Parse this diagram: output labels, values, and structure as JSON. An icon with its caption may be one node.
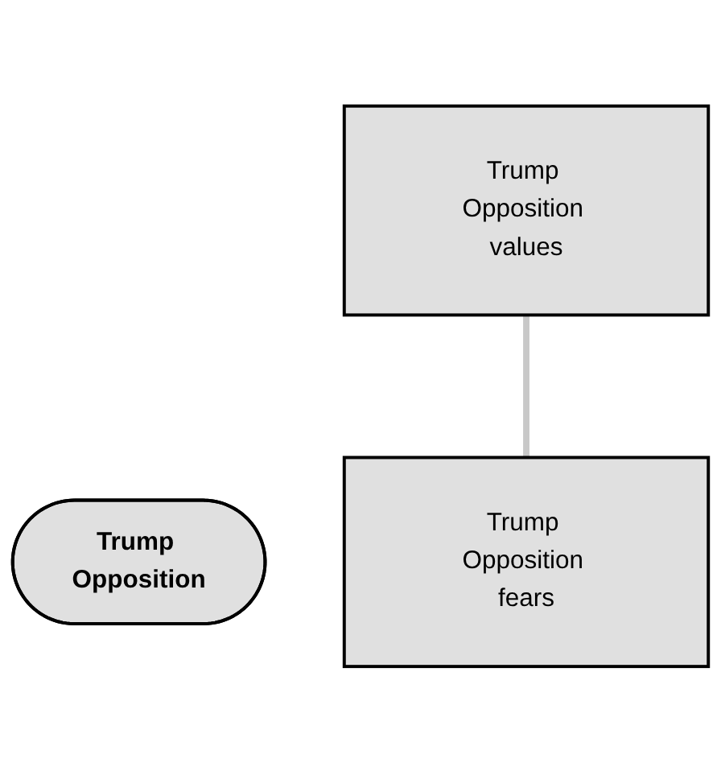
{
  "diagram": {
    "nodes": [
      {
        "text": [
          "Trump Opposition values"
        ]
      },
      {
        "text": [
          "Trump Opposition"
        ]
      },
      {
        "text": [
          "Trump Opposition fears"
        ]
      }
    ],
    "edges": [
      {
        "from": 2,
        "to": 0,
        "arrow": "none",
        "color": "#c8c8c8"
      }
    ]
  }
}
